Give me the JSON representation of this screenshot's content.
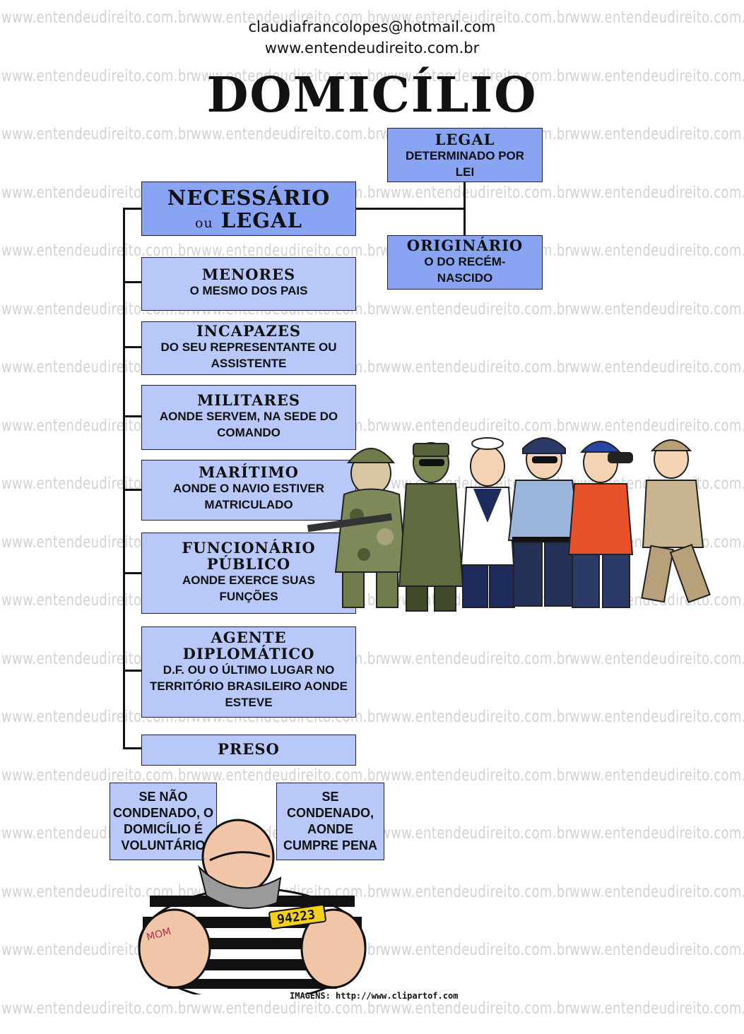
{
  "header": {
    "email": "claudiafrancolopes@hotmail.com",
    "site": "www.entendeudireito.com.br",
    "title": "DOMICÍLIO"
  },
  "watermark": "www.entendeudireito.com.br",
  "diagram": {
    "root": {
      "title": "NECESSÁRIO",
      "title2_prefix": "ou",
      "title2": "LEGAL"
    },
    "legal": {
      "title": "LEGAL",
      "desc": "DETERMINADO POR LEI"
    },
    "originario": {
      "title": "ORIGINÁRIO",
      "desc": "O DO RECÉM-NASCIDO"
    },
    "items": [
      {
        "title": "MENORES",
        "desc": "O MESMO DOS PAIS"
      },
      {
        "title": "INCAPAZES",
        "desc": "DO SEU REPRESENTANTE OU ASSISTENTE"
      },
      {
        "title": "MILITARES",
        "desc": "AONDE SERVEM, NA SEDE DO COMANDO"
      },
      {
        "title": "MARÍTIMO",
        "desc": "AONDE O NAVIO ESTIVER MATRICULADO"
      },
      {
        "title": "FUNCIONÁRIO PÚBLICO",
        "desc": "AONDE EXERCE SUAS FUNÇÕES"
      },
      {
        "title": "AGENTE DIPLOMÁTICO",
        "desc": "D.F. OU O ÚLTIMO LUGAR NO TERRITÓRIO BRASILEIRO AONDE ESTEVE"
      },
      {
        "title": "PRESO",
        "desc": ""
      }
    ],
    "preso_children": [
      {
        "desc": "SE NÃO CONDENADO, O DOMICÍLIO É VOLUNTÁRIO"
      },
      {
        "desc": "SE CONDENADO, AONDE CUMPRE PENA"
      }
    ]
  },
  "prisoner_number": "94223",
  "tattoo": "MOM",
  "credit": "IMAGENS: http://www.clipartof.com"
}
